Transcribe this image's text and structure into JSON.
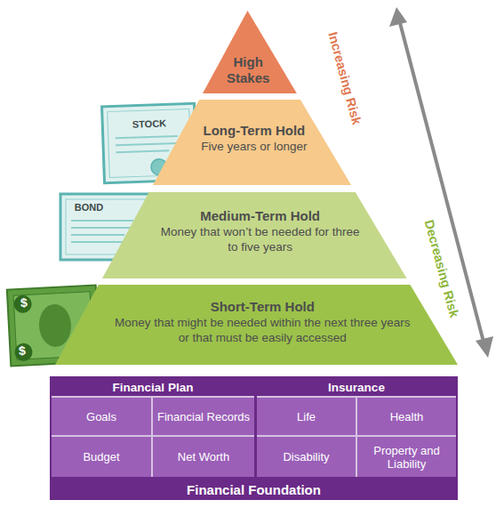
{
  "diagram": {
    "nodes": [
      {
        "text": [
          "High Stakes"
        ]
      },
      {
        "text": [
          "Long-Term Hold",
          "Five years or longer"
        ]
      },
      {
        "text": [
          "Medium-Term Hold",
          "Money that won’t be needed for three to five years"
        ]
      },
      {
        "text": [
          "Short-Term Hold",
          "Money that might be needed within the next three years or that must be easily accessed"
        ]
      },
      {
        "text": [
          "Financial Foundation"
        ]
      },
      {
        "text": [
          "Financial Plan"
        ],
        "in": 4
      },
      {
        "text": [
          "Goals"
        ],
        "in": 5
      },
      {
        "text": [
          "Financial Records"
        ],
        "in": 5
      },
      {
        "text": [
          "Budget"
        ],
        "in": 5
      },
      {
        "text": [
          "Net Worth"
        ],
        "in": 5
      },
      {
        "text": [
          "Insurance"
        ],
        "in": 4
      },
      {
        "text": [
          "Life"
        ],
        "in": 10
      },
      {
        "text": [
          "Health"
        ],
        "in": 10
      },
      {
        "text": [
          "Disability"
        ],
        "in": 10
      },
      {
        "text": [
          "Property and Liability"
        ],
        "in": 10
      }
    ],
    "labels": [
      "STOCK",
      "BOND",
      "$",
      "$",
      "Increasing Risk",
      "Decreasing Risk"
    ]
  }
}
